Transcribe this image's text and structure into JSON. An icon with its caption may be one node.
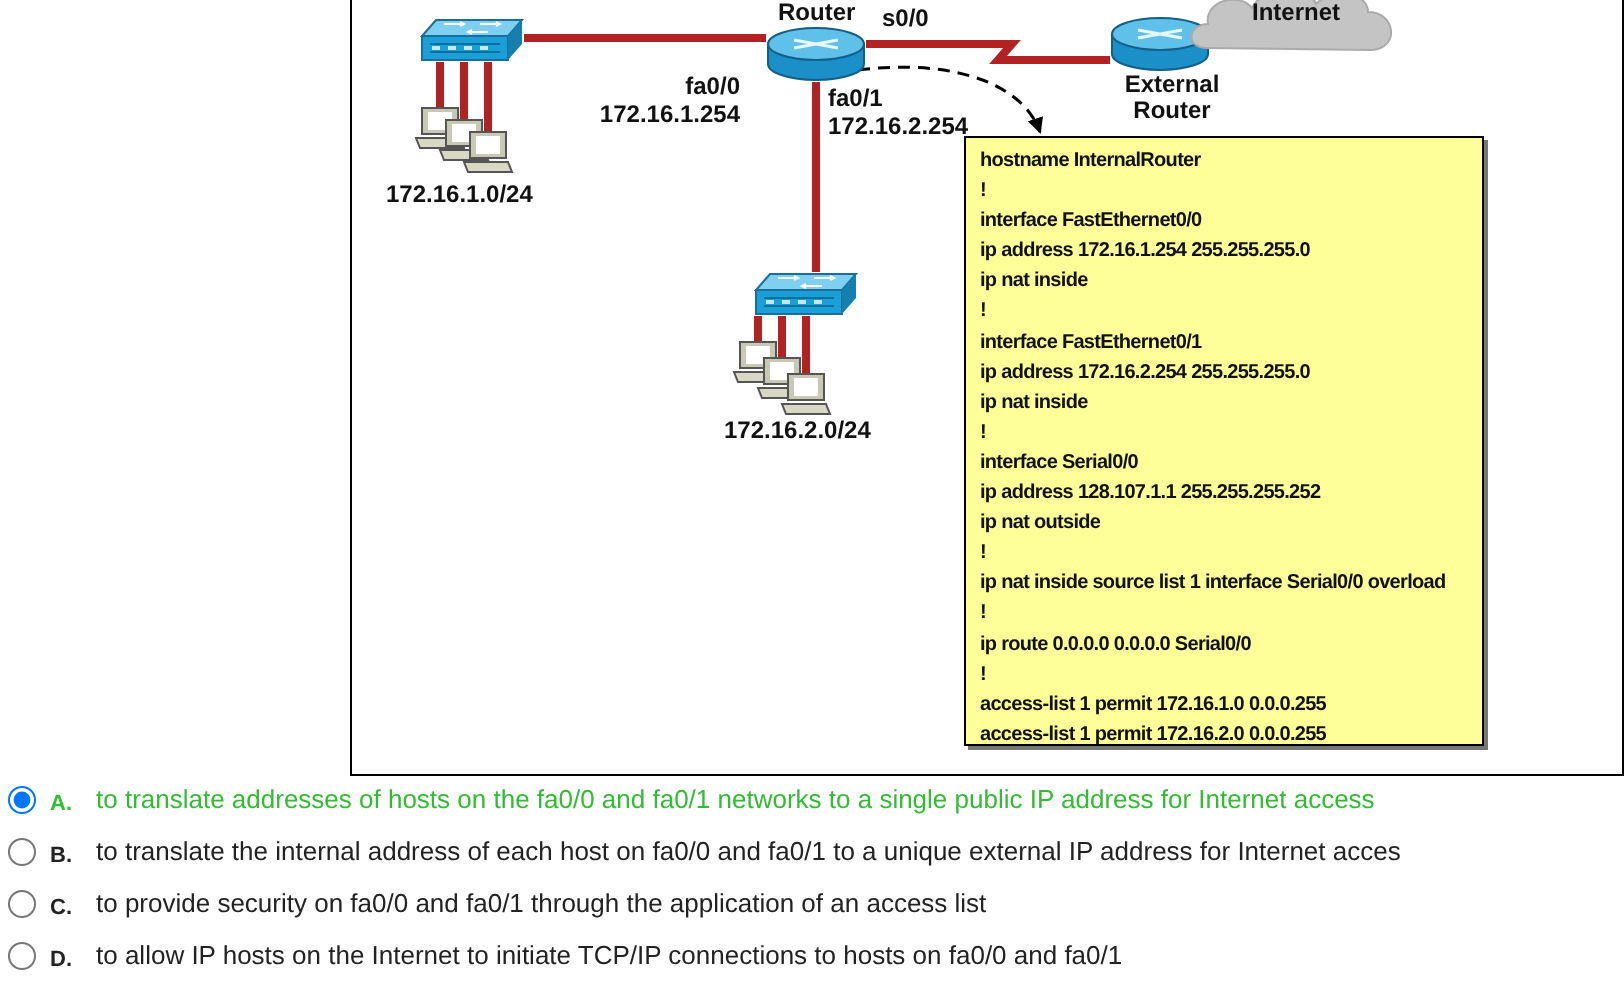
{
  "diagram": {
    "nodes": [
      {
        "text": [],
        "shape": "picture"
      },
      {
        "text": [
          "Router"
        ]
      },
      {
        "text": [
          "External Router"
        ]
      },
      {
        "text": [
          "Internet"
        ]
      },
      {
        "text": [],
        "shape": "picture"
      },
      {
        "text": [],
        "shape": "picture"
      },
      {
        "text": [],
        "shape": "picture"
      },
      {
        "text": [
          "hostname InternalRouter",
          "!",
          "interface FastEthernet0/0",
          "ip address 172.16.1.254 255.255.255.0",
          "ip nat inside",
          "!",
          "interface FastEthernet0/1",
          "ip address 172.16.2.254 255.255.255.0",
          "ip nat inside",
          "!",
          "interface Serial0/0",
          "ip address 128.107.1.1 255.255.255.252",
          "ip nat outside",
          "!",
          "ip nat inside source list 1 interface Serial0/0 overload",
          "!",
          "ip route 0.0.0.0 0.0.0.0 Serial0/0",
          "!",
          "access-list 1 permit 172.16.1.0 0.0.0.255",
          "access-list 1 permit 172.16.2.0 0.0.0.255"
        ]
      },
      {
        "text": [],
        "shape": "picture"
      },
      {
        "text": [],
        "shape": "picture"
      },
      {
        "text": [],
        "shape": "picture"
      },
      {
        "text": [],
        "shape": "picture"
      }
    ],
    "edges": [
      {
        "from": 0,
        "to": 1,
        "arrow": "none",
        "label": "fa0/0 172.16.1.254",
        "color": "#b22222"
      },
      {
        "from": 1,
        "to": 8,
        "arrow": "none",
        "label": "fa0/1 172.16.2.254",
        "color": "#b22222"
      },
      {
        "from": 1,
        "to": 2,
        "arrow": "none",
        "label": "s0/0",
        "color": "#b22222"
      },
      {
        "from": 1,
        "to": 7,
        "arrow": "to",
        "style": "dashed",
        "color": "#000000"
      },
      {
        "from": 0,
        "to": 4,
        "arrow": "none",
        "color": "#b22222"
      },
      {
        "from": 0,
        "to": 5,
        "arrow": "none",
        "color": "#b22222"
      },
      {
        "from": 0,
        "to": 6,
        "arrow": "none",
        "color": "#b22222"
      },
      {
        "from": 8,
        "to": 9,
        "arrow": "none",
        "color": "#b22222"
      },
      {
        "from": 8,
        "to": 10,
        "arrow": "none",
        "color": "#b22222"
      },
      {
        "from": 8,
        "to": 11,
        "arrow": "none",
        "color": "#b22222"
      }
    ],
    "labels": [
      "172.16.1.0/24",
      "172.16.2.0/24",
      "A.",
      "to translate addresses of hosts on the fa0/0 and fa0/1 networks to a single public IP address for Internet access",
      "B.",
      "to translate the internal address of each host on fa0/0 and fa0/1 to a unique external IP address for Internet acces",
      "C.",
      "to provide security on fa0/0 and fa0/1 through the application of an access list",
      "D.",
      "to allow IP hosts on the Internet to initiate TCP/IP connections to hosts on fa0/0 and fa0/1"
    ]
  }
}
